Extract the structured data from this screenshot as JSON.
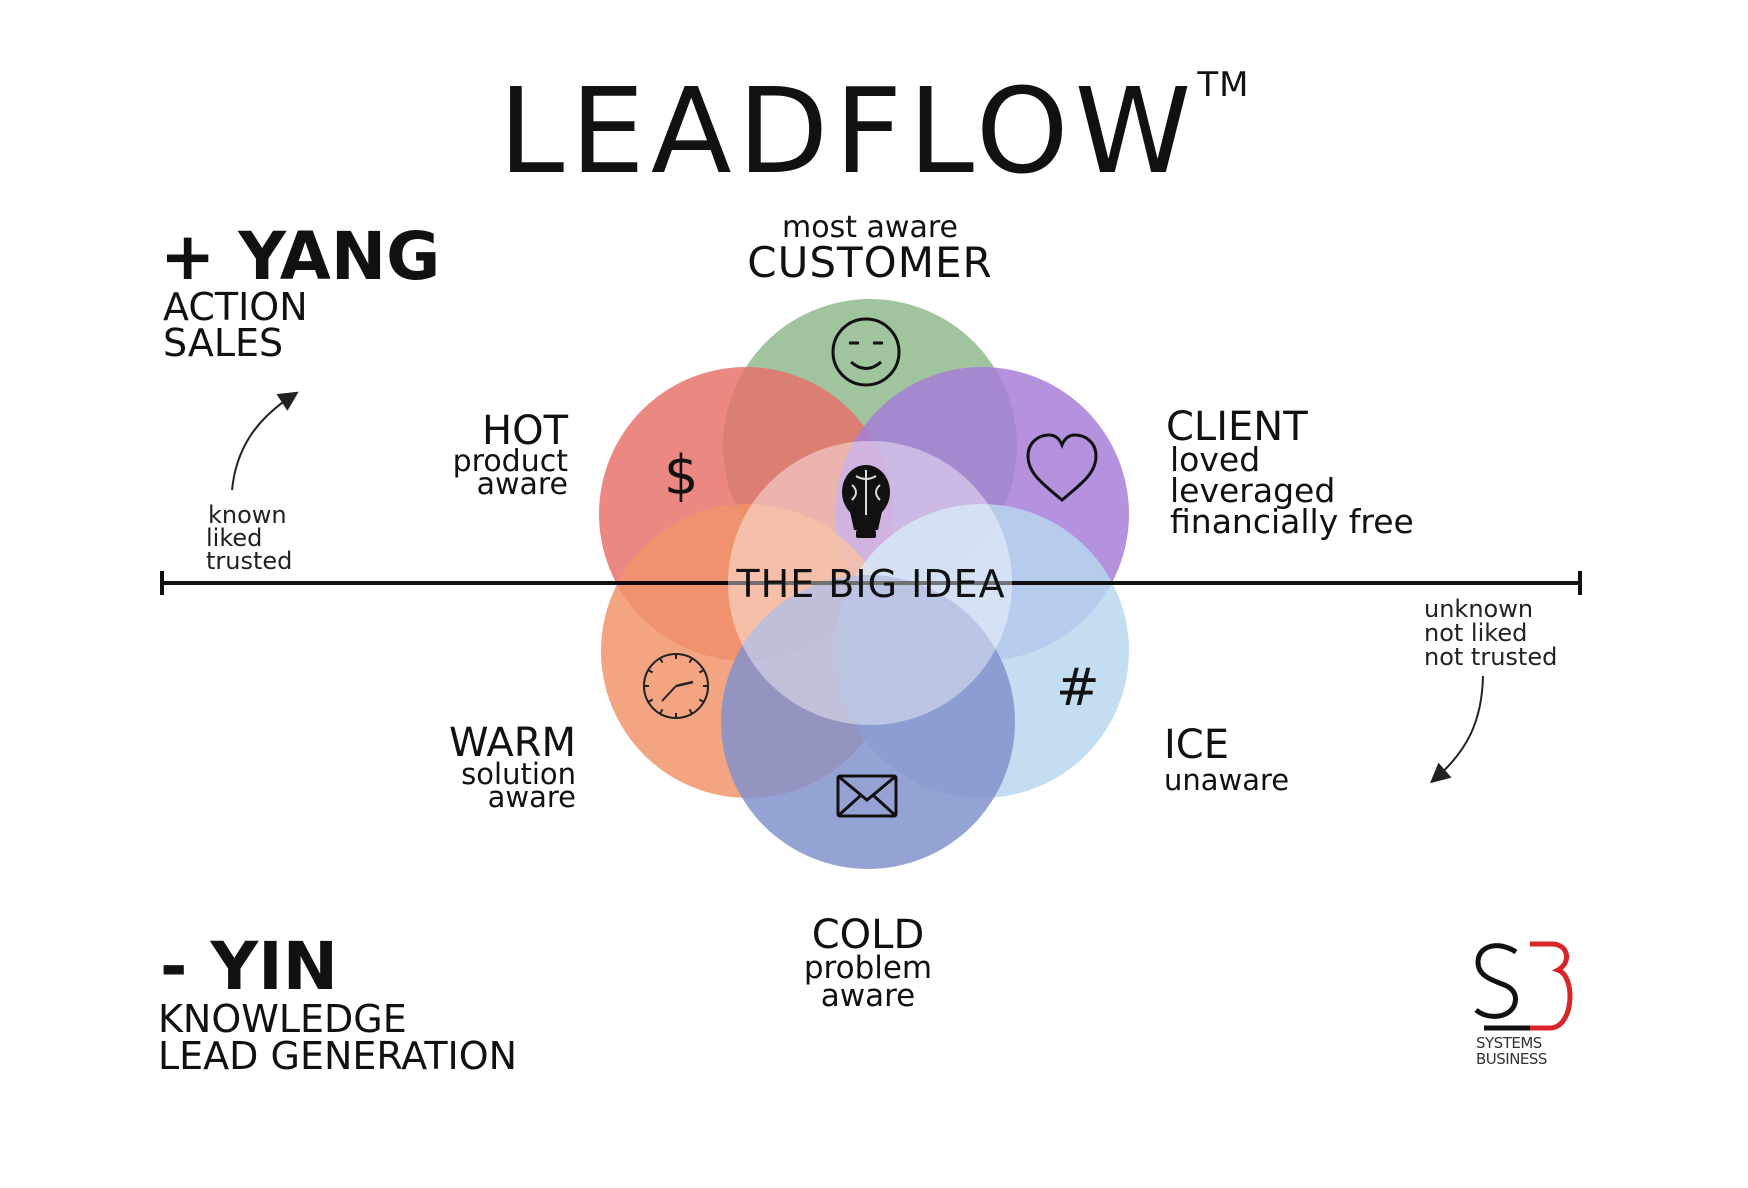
{
  "title": {
    "main": "LEADFLOW",
    "mark": "TM"
  },
  "yang": {
    "heading": "+ YANG",
    "line1": "ACTION",
    "line2": "SALES"
  },
  "yin": {
    "heading": "- YIN",
    "line1": "KNOWLEDGE",
    "line2": "LEAD GENERATION"
  },
  "left_arrow_note": [
    "known",
    "liked",
    "trusted"
  ],
  "right_arrow_note": [
    "unknown",
    "not liked",
    "not trusted"
  ],
  "center_label": "THE BIG IDEA",
  "segments": {
    "customer": {
      "sub": "most aware",
      "name": "CUSTOMER",
      "icon": "smiley-icon",
      "color": "#8fba8c"
    },
    "hot": {
      "name": "HOT",
      "line1": "product",
      "line2": "aware",
      "icon": "dollar-icon",
      "glyph": "$",
      "color": "#e8736c"
    },
    "client": {
      "name": "CLIENT",
      "line1": "loved",
      "line2": "leveraged",
      "line3": "financially free",
      "icon": "heart-icon",
      "color": "#a77fd8"
    },
    "warm": {
      "name": "WARM",
      "line1": "solution",
      "line2": "aware",
      "icon": "clock-icon",
      "color": "#f0956a"
    },
    "ice": {
      "name": "ICE",
      "line1": "unaware",
      "icon": "hashtag-icon",
      "glyph": "#",
      "color": "#b8d7ef"
    },
    "cold": {
      "name": "COLD",
      "line1": "problem",
      "line2": "aware",
      "icon": "envelope-icon",
      "color": "#8393cc"
    }
  },
  "logo": {
    "letters": "SB",
    "line1": "SYSTEMS",
    "line2": "BUSINESS",
    "accent": "#d9252a"
  }
}
